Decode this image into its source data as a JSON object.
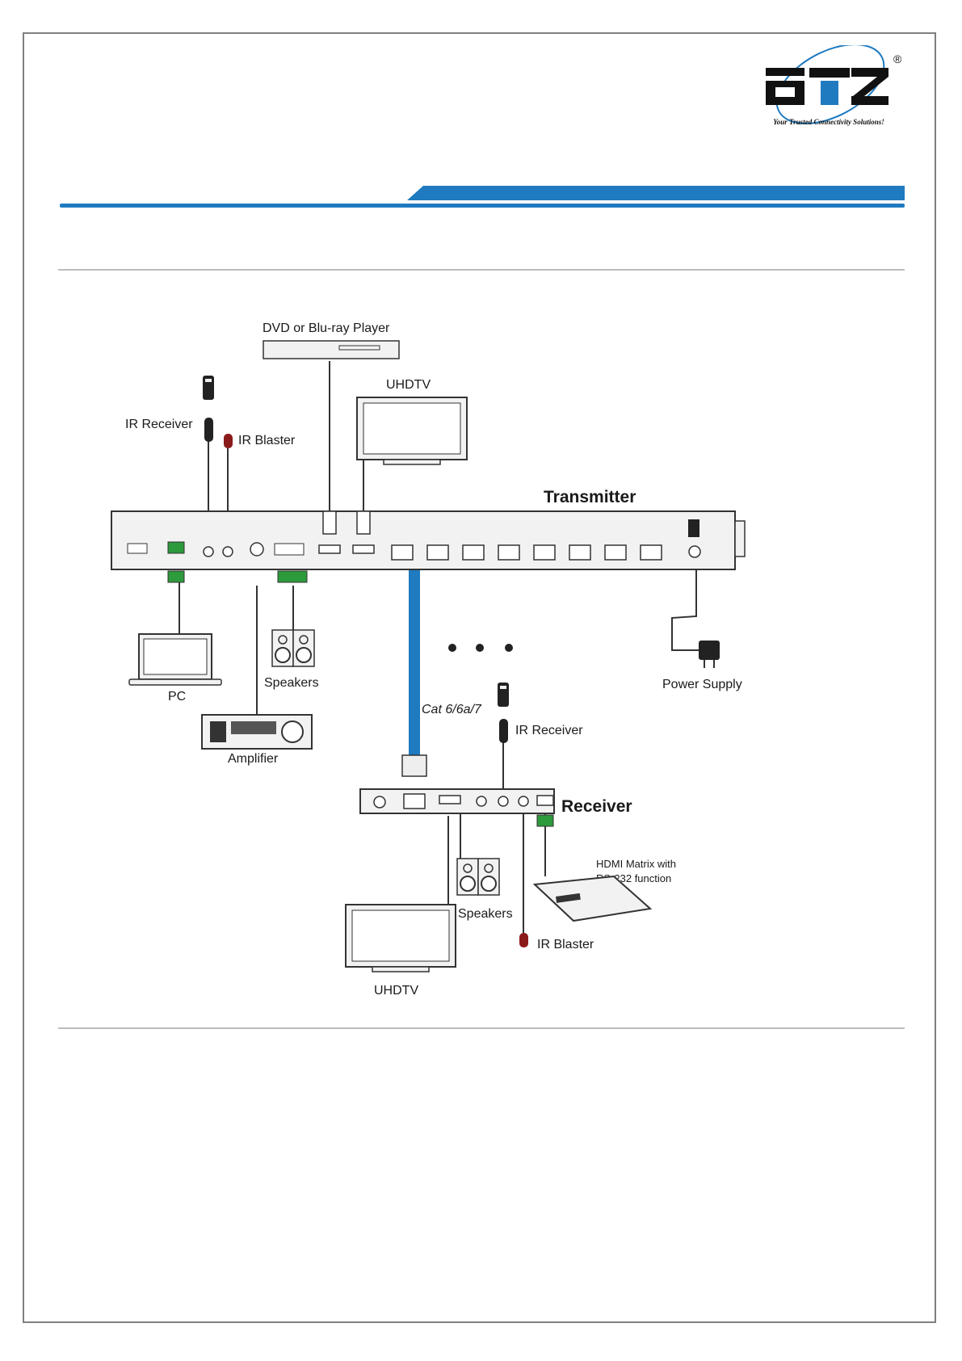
{
  "logo": {
    "registered_mark": "®",
    "tagline": "Your Trusted Connectivity Solutions!"
  },
  "colors": {
    "accent_blue": "#1f7ac0",
    "device_fill": "#f2f2f2",
    "line": "#333333",
    "rule_gray": "#bdbdbd"
  },
  "diagram": {
    "labels": {
      "dvd_player": "DVD or Blu-ray Player",
      "uhdtv_top": "UHDTV",
      "ir_receiver_top": "IR Receiver",
      "ir_blaster_top": "IR Blaster",
      "transmitter": "Transmitter",
      "pc": "PC",
      "speakers_top": "Speakers",
      "amplifier": "Amplifier",
      "power_supply": "Power Supply",
      "cable": "Cat 6/6a/7",
      "ir_receiver_bottom": "IR Receiver",
      "receiver": "Receiver",
      "hdmi_matrix_line1": "HDMI Matrix with",
      "hdmi_matrix_line2": "RS-232 function",
      "speakers_bottom": "Speakers",
      "ir_blaster_bottom": "IR Blaster",
      "uhdtv_bottom": "UHDTV"
    },
    "icons": [
      "remote-icon",
      "ir-sensor-icon",
      "ir-emitter-icon",
      "tv-icon",
      "laptop-icon",
      "speaker-icon",
      "amplifier-icon",
      "power-adapter-icon",
      "rj45-connector-icon",
      "hdmi-connector-icon"
    ]
  }
}
